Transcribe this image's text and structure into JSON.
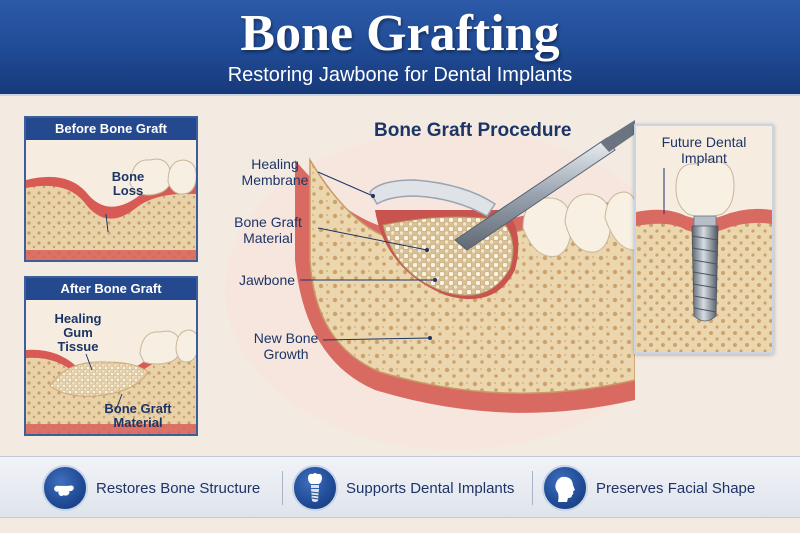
{
  "header": {
    "title": "Bone Grafting",
    "subtitle": "Restoring Jawbone for Dental Implants"
  },
  "before_panel": {
    "title": "Before Bone Graft",
    "label": "Bone\nLoss"
  },
  "after_panel": {
    "title": "After Bone Graft",
    "label_gum": "Healing\nGum\nTissue",
    "label_graft": "Bone Graft\nMaterial"
  },
  "procedure": {
    "title": "Bone Graft Procedure",
    "callouts": {
      "membrane": "Healing\nMembrane",
      "graft": "Bone Graft\nMaterial",
      "jawbone": "Jawbone",
      "new_bone": "New Bone\nGrowth"
    }
  },
  "implant_panel": {
    "title": "Future Dental\nImplant"
  },
  "benefits": [
    {
      "label": "Restores Bone Structure",
      "icon": "bone-icon"
    },
    {
      "label": "Supports Dental Implants",
      "icon": "implant-icon"
    },
    {
      "label": "Preserves Facial Shape",
      "icon": "face-profile-icon"
    }
  ],
  "colors": {
    "header_blue": "#1f4a94",
    "gum_red": "#d9534f",
    "bone_tan": "#e8cfa4",
    "tooth_white": "#f6efe2"
  }
}
